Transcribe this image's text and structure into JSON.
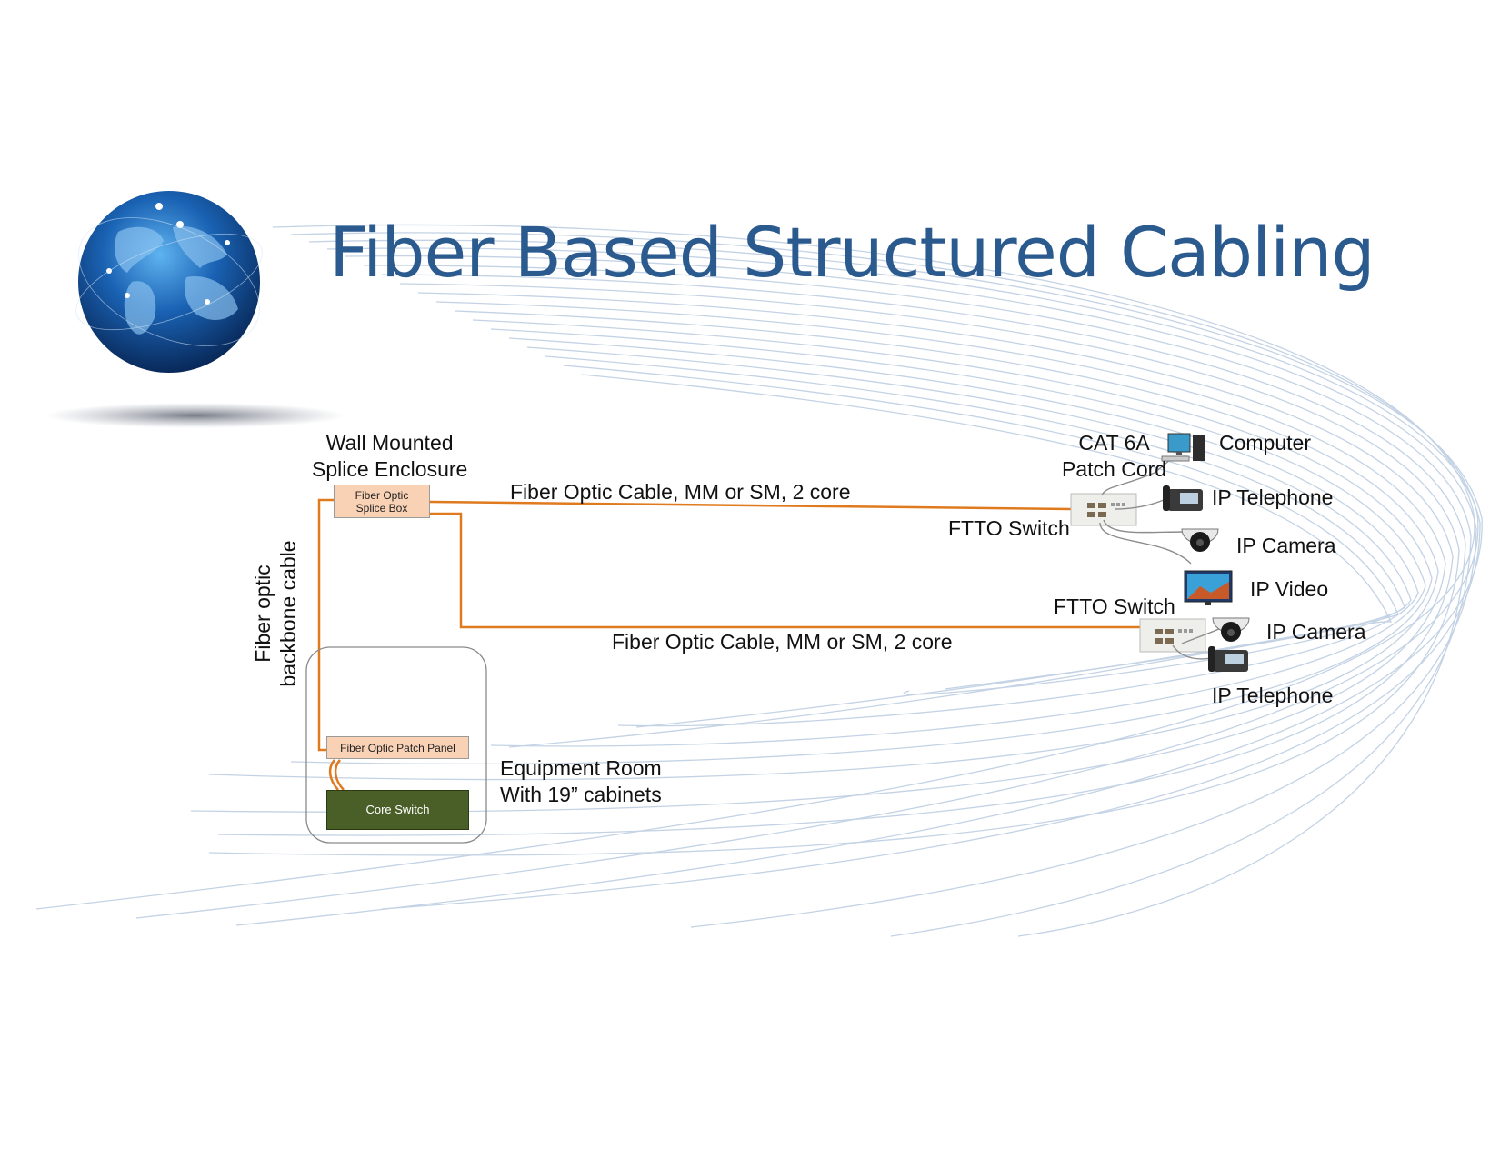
{
  "title": "Fiber Based Structured Cabling",
  "nodes": {
    "splice_enclosure_label": [
      "Wall Mounted",
      "Splice Enclosure"
    ],
    "splice_box": [
      "Fiber Optic",
      "Splice Box"
    ],
    "patch_panel": "Fiber Optic Patch Panel",
    "core_switch": "Core Switch",
    "equipment_room_label": [
      "Equipment Room",
      "With 19” cabinets"
    ],
    "backbone_label": [
      "Fiber optic",
      "backbone cable"
    ],
    "ftto_switch_1": "FTTO Switch",
    "ftto_switch_2": "FTTO Switch",
    "patch_cord_label": [
      "CAT 6A",
      "Patch Cord"
    ]
  },
  "links": {
    "cable_top": "Fiber Optic Cable, MM or SM, 2 core",
    "cable_bottom": "Fiber Optic Cable, MM or SM, 2 core"
  },
  "devices": {
    "computer": "Computer",
    "ip_telephone_1": "IP Telephone",
    "ip_camera_1": "IP Camera",
    "ip_video": "IP Video",
    "ip_camera_2": "IP Camera",
    "ip_telephone_2": "IP Telephone"
  },
  "colors": {
    "title": "#2a5a8e",
    "fiber": "#e07a1f",
    "box_fill": "#f9d2b6",
    "core_switch": "#4a5f28",
    "swoosh": "#b9cbe0",
    "globe": "#0d4f99"
  }
}
